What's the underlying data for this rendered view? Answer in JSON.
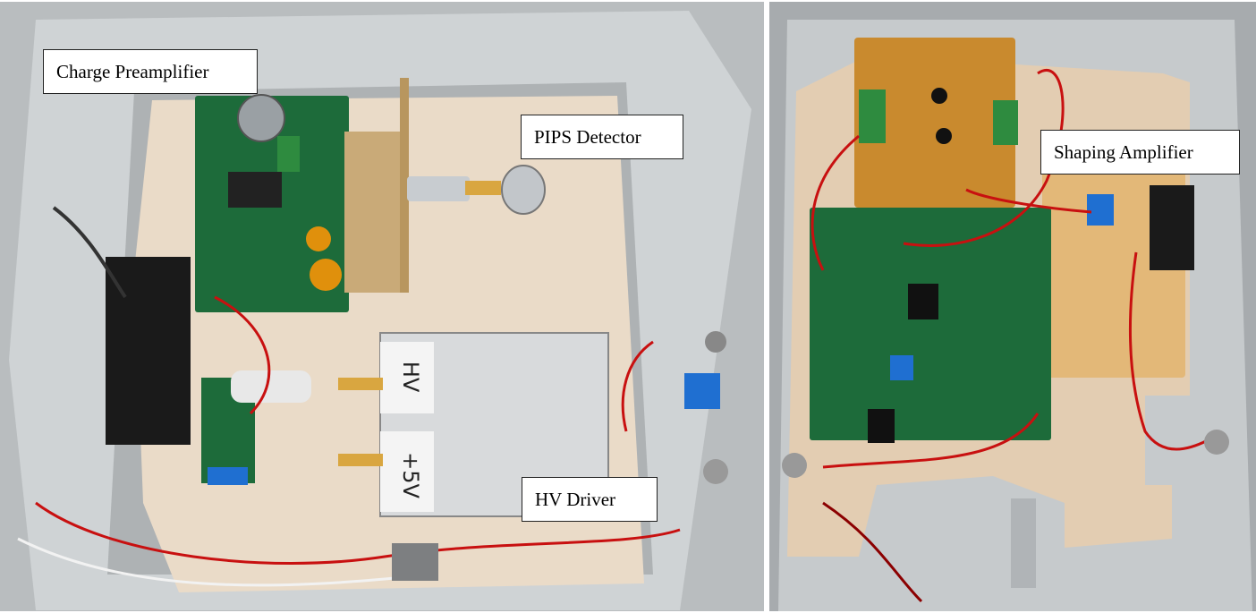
{
  "figure": {
    "left_photo": {
      "labels": {
        "charge_preamplifier": "Charge Preamplifier",
        "pips_detector": "PIPS Detector",
        "hv_driver": "HV Driver"
      },
      "module_markings": {
        "hv": "HV",
        "plus_5v": "+5V"
      }
    },
    "right_photo": {
      "labels": {
        "shaping_amplifier": "Shaping Amplifier"
      }
    }
  }
}
